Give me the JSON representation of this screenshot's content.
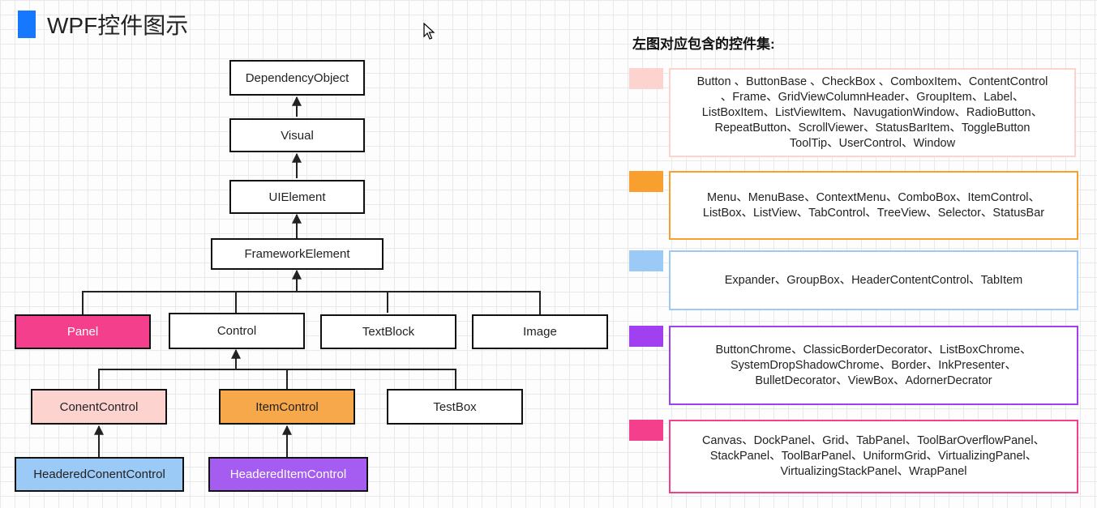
{
  "header": {
    "title": "WPF控件图示"
  },
  "diagram": {
    "dependency_object": "DependencyObject",
    "visual": "Visual",
    "ui_element": "UIElement",
    "framework_element": "FrameworkElement",
    "panel": "Panel",
    "control": "Control",
    "text_block": "TextBlock",
    "image": "Image",
    "conent_control": "ConentControl",
    "item_control": "ItemControl",
    "test_box": "TestBox",
    "headered_conent_control": "HeaderedConentControl",
    "headered_item_control": "HeaderedItemControl"
  },
  "legend": {
    "title": "左图对应包含的控件集:",
    "groups": [
      {
        "color": "#fdd3d0",
        "lines": [
          "Button 、ButtonBase 、CheckBox 、ComboxItem、ContentControl",
          "、Frame、GridViewColumnHeader、GroupItem、Label、",
          "ListBoxItem、ListViewItem、NavugationWindow、RadioButton、",
          "RepeatButton、ScrollViewer、StatusBarItem、ToggleButton",
          "ToolTip、UserControl、Window"
        ]
      },
      {
        "color": "#f7a030",
        "lines": [
          "Menu、MenuBase、ContextMenu、ComboBox、ItemControl、",
          "ListBox、ListView、TabControl、TreeView、Selector、StatusBar"
        ]
      },
      {
        "color": "#9ccaf7",
        "lines": [
          "Expander、GroupBox、HeaderContentControl、TabItem"
        ]
      },
      {
        "color": "#a040f0",
        "lines": [
          "ButtonChrome、ClassicBorderDecorator、ListBoxChrome、",
          "SystemDropShadowChrome、Border、InkPresenter、",
          "BulletDecorator、ViewBox、AdornerDecrator"
        ]
      },
      {
        "color": "#f43f8c",
        "lines": [
          "Canvas、DockPanel、Grid、TabPanel、ToolBarOverflowPanel、",
          "StackPanel、ToolBarPanel、UniformGrid、VirtualizingPanel、",
          "VirtualizingStackPanel、WrapPanel"
        ]
      }
    ]
  }
}
